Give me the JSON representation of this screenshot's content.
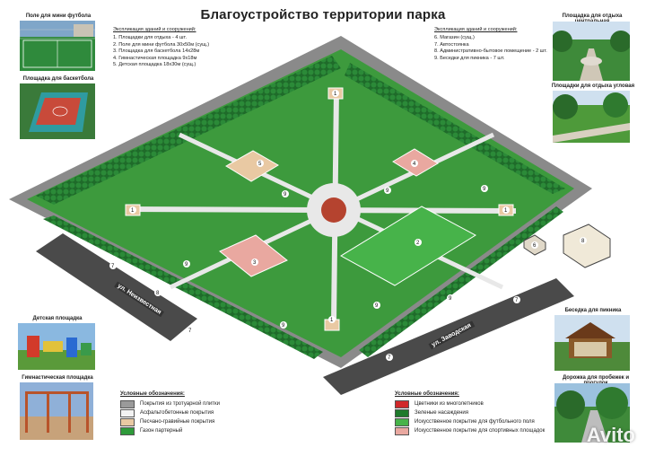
{
  "title": "Благоустройство территории парка",
  "legend_left": {
    "header": "Экспликация зданий и сооружений:",
    "items": [
      "1. Площадки для отдыха - 4 шт.",
      "2. Поле для мини футбола 30х50м (сущ.)",
      "3. Площадка для баскетбола 14х28м",
      "4. Гимнастическая площадка 9х18м",
      "5. Детская площадка 18х30м (сущ.)"
    ]
  },
  "legend_right": {
    "header": "Экспликация зданий и сооружений:",
    "items": [
      "6. Магазин (сущ.)",
      "7. Автостоянка",
      "8. Административно-бытовое помещение - 2 шт.",
      "9. Беседки для пикника - 7 шт."
    ]
  },
  "photos": {
    "mini_football": "Поле для мини футбола",
    "basketball": "Площадка для баскетбола",
    "central_rest": "Площадка для отдыха центральная",
    "corner_rest": "Площадки для отдыха угловая",
    "kids": "Детская площадка",
    "gym": "Гимнастическая площадка",
    "picnic": "Беседка для пикника",
    "running": "Дорожка для пробежек и прогулок"
  },
  "key_left": {
    "header": "Условные обозначения:",
    "items": [
      "Покрытия из тротуарной плитки",
      "Асфальтобетонные покрытия",
      "Песчано-гравийные покрытия",
      "Газон партерный"
    ],
    "colors": [
      "#9a9a9a",
      "#f2f2f2",
      "#e9c9a3",
      "#2e9a3a"
    ]
  },
  "key_right": {
    "header": "Условные обозначения:",
    "items": [
      "Цветники из многолетников",
      "Зеленые насаждения",
      "Искусственное покрытие для футбольного поля",
      "Искусственное покрытие для спортивных площадок"
    ],
    "colors": [
      "#d0282a",
      "#1f7a2c",
      "#47b34a",
      "#e9a8a0"
    ]
  },
  "streets": {
    "left": "ул. Неизвестная",
    "bottom": "ул. Заводская"
  },
  "map_labels": [
    "1",
    "1",
    "1",
    "1",
    "2",
    "3",
    "4",
    "5",
    "6",
    "7",
    "7",
    "7",
    "7",
    "8",
    "8",
    "9",
    "9",
    "9",
    "9",
    "9",
    "9",
    "9"
  ],
  "watermark": "Avito"
}
